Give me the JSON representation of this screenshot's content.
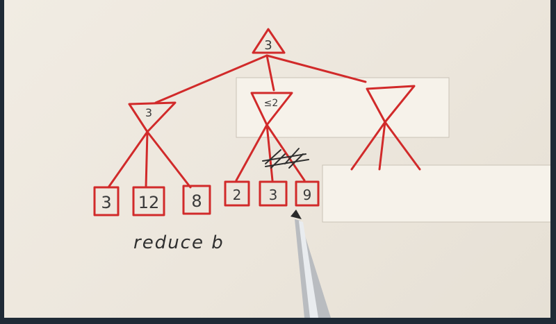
{
  "root": {
    "label": "3"
  },
  "min_nodes": [
    {
      "label": "3"
    },
    {
      "label": "≤2"
    },
    {
      "label": ""
    }
  ],
  "leaves": [
    "3",
    "12",
    "8",
    "2",
    "3",
    "9"
  ],
  "prune_mark": "≠",
  "note": "reduce b",
  "colors": {
    "ink": "#d12a2a",
    "paper": "#efe9df",
    "card": "#f6f2ea",
    "frame": "#1f2a36"
  }
}
